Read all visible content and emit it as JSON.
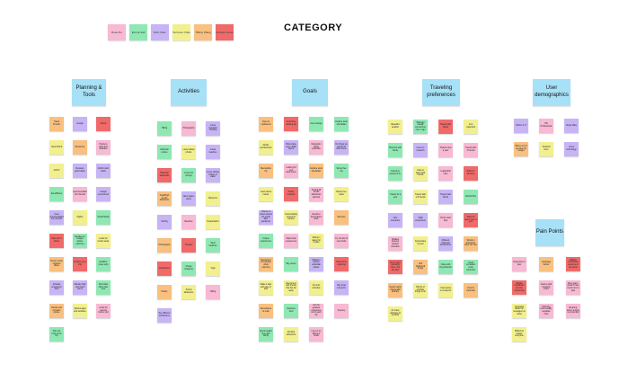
{
  "title": "CATEGORY",
  "colors": {
    "header": "#a7e1f7",
    "pink": "#f7b9d3",
    "green": "#8fe8b3",
    "purple": "#c7b4f5",
    "yellow": "#f2f08e",
    "orange": "#f9c07f",
    "red": "#f06a6a"
  },
  "legend": [
    {
      "label": "Rose Du",
      "color": "pink"
    },
    {
      "label": "Emma Sall",
      "color": "green"
    },
    {
      "label": "Rob Chan",
      "color": "purple"
    },
    {
      "label": "Terrence Chan",
      "color": "yellow"
    },
    {
      "label": "Tiffany Wang",
      "color": "orange"
    },
    {
      "label": "Andrew Jones",
      "color": "red"
    }
  ],
  "groups": [
    {
      "title": "Planning & Tools",
      "notes": [
        {
          "text": "Travel Friends",
          "color": "orange"
        },
        {
          "text": "Google",
          "color": "purple"
        },
        {
          "text": "Airbnb",
          "color": "red"
        },
        {
          "text": "Uses Airbnb",
          "color": "yellow"
        },
        {
          "text": "Rental car",
          "color": "orange"
        },
        {
          "text": "Partners apps and websites",
          "color": "pink"
        },
        {
          "text": "Airbnb",
          "color": "yellow"
        },
        {
          "text": "Reviews good deals",
          "color": "purple"
        },
        {
          "text": "Airbnb cash deals",
          "color": "purple"
        },
        {
          "text": "Excel/Sheet",
          "color": "green"
        },
        {
          "text": "Recommendations from friends",
          "color": "pink"
        },
        {
          "text": "Google recommend",
          "color": "purple"
        },
        {
          "text": "Uses recommendations from friends",
          "color": "purple"
        },
        {
          "text": "Flights",
          "color": "yellow"
        },
        {
          "text": "Social Media",
          "color": "green"
        },
        {
          "text": "Plan with 3 others",
          "color": "red"
        },
        {
          "text": "Decides on budget before planning",
          "color": "green"
        },
        {
          "text": "Looks for tourist areas",
          "color": "yellow"
        },
        {
          "text": "Excel to help organize plans",
          "color": "orange"
        },
        {
          "text": "Amazon (to a trip)",
          "color": "red"
        },
        {
          "text": "Redditor (uses sub)",
          "color": "green"
        },
        {
          "text": "Includes emergency fund",
          "color": "purple"
        },
        {
          "text": "Allocate high cost travel items",
          "color": "purple"
        },
        {
          "text": "Find what other sites love",
          "color": "green"
        },
        {
          "text": "Decide and compare places",
          "color": "orange"
        },
        {
          "text": "Various apps and websites",
          "color": "yellow"
        },
        {
          "text": "Looks for reviews before visit",
          "color": "pink"
        },
        {
          "text": "Plan out most of the trip",
          "color": "green"
        }
      ]
    },
    {
      "title": "Activities",
      "notes": [
        {
          "text": "Hiking",
          "color": "green"
        },
        {
          "text": "Photography",
          "color": "pink"
        },
        {
          "text": "Loves mountain climbing",
          "color": "purple"
        },
        {
          "text": "Authentic cuisine",
          "color": "green"
        },
        {
          "text": "Loves taking photos",
          "color": "yellow"
        },
        {
          "text": "Looks beaches",
          "color": "purple"
        },
        {
          "text": "Historical landmarks",
          "color": "red"
        },
        {
          "text": "Loves hot springs",
          "color": "green"
        },
        {
          "text": "Loves visiting bodies of water",
          "color": "purple"
        },
        {
          "text": "Food/High tourist attractions",
          "color": "orange"
        },
        {
          "text": "Likes nature spots",
          "color": "purple"
        },
        {
          "text": "Museums",
          "color": "yellow"
        },
        {
          "text": "Surfing",
          "color": "purple"
        },
        {
          "text": "Beaches",
          "color": "pink"
        },
        {
          "text": "Peoplewatch",
          "color": "yellow"
        },
        {
          "text": "Photography",
          "color": "orange"
        },
        {
          "text": "Temples",
          "color": "red"
        },
        {
          "text": "Sand beaches",
          "color": "green"
        },
        {
          "text": "Atmosphere",
          "color": "red"
        },
        {
          "text": "Cheap shopping",
          "color": "green"
        },
        {
          "text": "Yoga",
          "color": "yellow"
        },
        {
          "text": "History",
          "color": "orange"
        },
        {
          "text": "Tourist attractions",
          "color": "yellow"
        },
        {
          "text": "Hiking",
          "color": "pink"
        },
        {
          "text": "See different architecture",
          "color": "purple"
        }
      ]
    },
    {
      "title": "Goals",
      "notes": [
        {
          "text": "Open to unplanned",
          "color": "orange"
        },
        {
          "text": "Goal have relaxing trip",
          "color": "red"
        },
        {
          "text": "Gets outings",
          "color": "green"
        },
        {
          "text": "Explore local specialties",
          "color": "green"
        },
        {
          "text": "Mostly spontaneous",
          "color": "yellow"
        },
        {
          "text": "Book value every dollar spend",
          "color": "purple"
        },
        {
          "text": "Relaxation highly important",
          "color": "pink"
        },
        {
          "text": "Do things we cannot do back home",
          "color": "purple"
        },
        {
          "text": "Memorable trip",
          "color": "orange"
        },
        {
          "text": "Looking for new adventures",
          "color": "pink"
        },
        {
          "text": "Explore local specialties",
          "color": "orange"
        },
        {
          "text": "Stress free trip",
          "color": "green"
        },
        {
          "text": "Learn about culture",
          "color": "yellow"
        },
        {
          "text": "Mostly outdoors",
          "color": "red"
        },
        {
          "text": "Seeing all tourist attractions planned",
          "color": "pink"
        },
        {
          "text": "Rarely free travel",
          "color": "yellow"
        },
        {
          "text": "Chance to travel around the world after pandemic",
          "color": "purple"
        },
        {
          "text": "Good walking around to explore",
          "color": "yellow"
        },
        {
          "text": "Needs to forget about work",
          "color": "pink"
        },
        {
          "text": "Exercise",
          "color": "orange"
        },
        {
          "text": "Unique experiences",
          "color": "green"
        },
        {
          "text": "Want local experiences",
          "color": "pink"
        },
        {
          "text": "Sitting in nature for breaks",
          "color": "yellow"
        },
        {
          "text": "Try out lots of new foods",
          "color": "pink"
        },
        {
          "text": "Needs time to recharge while planning",
          "color": "orange"
        },
        {
          "text": "Big events",
          "color": "green"
        },
        {
          "text": "Wants to explore unfamiliar places",
          "color": "purple"
        },
        {
          "text": "Spend time exploring",
          "color": "red"
        },
        {
          "text": "Make it safe and easy to plan",
          "color": "yellow"
        },
        {
          "text": "Reconnect with friends that live far away",
          "color": "yellow"
        },
        {
          "text": "No strict schedule",
          "color": "yellow"
        },
        {
          "text": "Buy local souvenirs",
          "color": "purple"
        },
        {
          "text": "Somewhere to relax",
          "color": "orange"
        },
        {
          "text": "Delicious food",
          "color": "green"
        },
        {
          "text": "Get the greatest experience out of each trip",
          "color": "pink"
        },
        {
          "text": "Scenery",
          "color": "pink"
        },
        {
          "text": "Spend quality time with family",
          "color": "green"
        },
        {
          "text": "Exciting adventure",
          "color": "yellow"
        },
        {
          "text": "Love to try different foods",
          "color": "pink"
        }
      ]
    },
    {
      "title": "Traveling preferences",
      "notes": [
        {
          "text": "Beautiful weather",
          "color": "yellow"
        },
        {
          "text": "Wait ago usually somewhere over 1 ago",
          "color": "green"
        },
        {
          "text": "Travels with family",
          "color": "red"
        },
        {
          "text": "Is to organized",
          "color": "yellow"
        },
        {
          "text": "Planners with family",
          "color": "green"
        },
        {
          "text": "Loves to research",
          "color": "purple"
        },
        {
          "text": "Travels once a year",
          "color": "pink"
        },
        {
          "text": "Travels with 2 friends",
          "color": "pink"
        },
        {
          "text": "Travels in groups of 4+",
          "color": "green"
        },
        {
          "text": "Likes to travel with friends",
          "color": "yellow"
        },
        {
          "text": "Leadership roles",
          "color": "pink"
        },
        {
          "text": "Books in advance",
          "color": "red"
        },
        {
          "text": "Travels 3x a year",
          "color": "green"
        },
        {
          "text": "Travels with 1-3 friends",
          "color": "yellow"
        },
        {
          "text": "Travels with family",
          "color": "purple"
        },
        {
          "text": "Airbnb/Vrbo",
          "color": "green"
        },
        {
          "text": "New scenarios",
          "color": "purple"
        },
        {
          "text": "Walk everywhere",
          "color": "purple"
        },
        {
          "text": "Prefer road trips",
          "color": "pink"
        },
        {
          "text": "Takes an agent once a year",
          "color": "red"
        },
        {
          "text": "Dislikes planned packed schedule",
          "color": "pink"
        },
        {
          "text": "Appreciates a reset",
          "color": "yellow"
        },
        {
          "text": "Different historical architecture",
          "color": "purple"
        },
        {
          "text": "Works in downtown often can rest",
          "color": "orange"
        },
        {
          "text": "Don't mind spending more, only the best",
          "color": "red"
        },
        {
          "text": "Still Optimized things",
          "color": "orange"
        },
        {
          "text": "Cities with long histories",
          "color": "green"
        },
        {
          "text": "Good recreation costs important",
          "color": "green"
        },
        {
          "text": "Needs easily changeable itinerary",
          "color": "orange"
        },
        {
          "text": "Big list of possible things to do",
          "color": "yellow"
        },
        {
          "text": "Used going to museums",
          "color": "yellow"
        },
        {
          "text": "Food is important",
          "color": "orange"
        },
        {
          "text": "As many activities as possible",
          "color": "yellow"
        }
      ]
    },
    {
      "title": "User demographics",
      "notes": [
        {
          "text": "Works in IT",
          "color": "purple"
        },
        {
          "text": "HR Professional",
          "color": "pink"
        },
        {
          "text": "Single Male",
          "color": "purple"
        },
        {
          "text": "Money is not an issue for budget",
          "color": "orange"
        },
        {
          "text": "Seafood lover",
          "color": "yellow"
        },
        {
          "text": "Loves technology",
          "color": "purple"
        }
      ]
    },
    {
      "title": "Pain Points",
      "notes": [
        {
          "text": "Expensive to plan",
          "color": "pink"
        },
        {
          "text": "Language barrier",
          "color": "orange"
        },
        {
          "text": "Difficult Coordinate everyone in the group",
          "color": "red"
        },
        {
          "text": "Maybe overwhelm too time consuming",
          "color": "red"
        },
        {
          "text": "Goal is stick traveling online",
          "color": "pink"
        },
        {
          "text": "Busy team, doesn't have much time to plan",
          "color": "pink"
        },
        {
          "text": "Language barrier on messages on travel",
          "color": "yellow"
        },
        {
          "text": "Planning tools usually separate tools",
          "color": "pink"
        },
        {
          "text": "All group, alone, and be very plentiful",
          "color": "pink"
        },
        {
          "text": "Difficult to please everyone",
          "color": "yellow"
        }
      ]
    }
  ]
}
